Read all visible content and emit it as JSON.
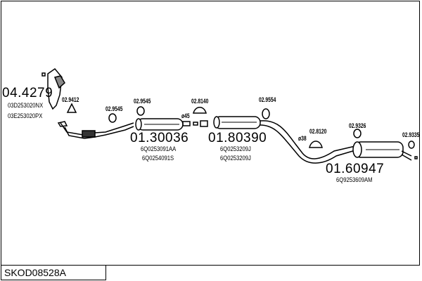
{
  "diagram_code": "SKOD08528A",
  "parts": [
    {
      "number": "04.4279",
      "oem": [
        "03D253020NX",
        "03E253020PX"
      ]
    },
    {
      "number": "01.30036",
      "oem": [
        "6Q0253091AA",
        "6Q0254091S"
      ]
    },
    {
      "number": "01.80390",
      "oem": [
        "6Q0253209J",
        "6Q0253209J"
      ]
    },
    {
      "number": "01.60947",
      "oem": [
        "6Q9253609AM"
      ]
    }
  ],
  "accessories": [
    "02.9412",
    "02.9545",
    "02.9545",
    "02.8140",
    "02.9554",
    "02.8120",
    "02.9326",
    "02.9335"
  ],
  "diameters": [
    "ø45",
    "ø38"
  ]
}
